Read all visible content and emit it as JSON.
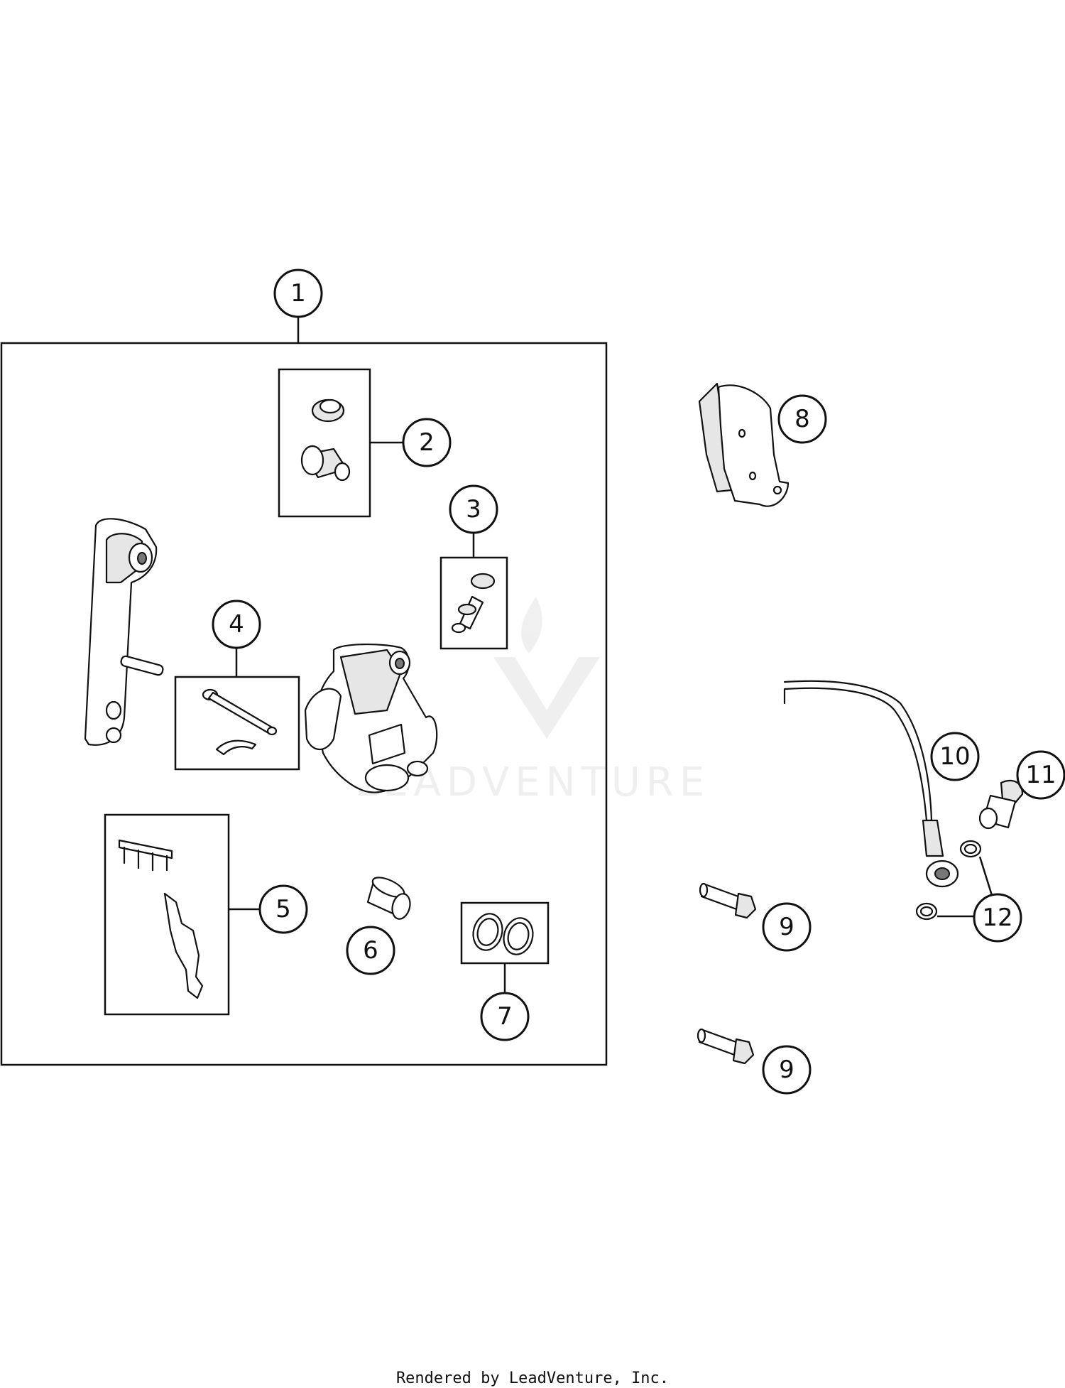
{
  "watermark": "LEADVENTURE",
  "footer": "Rendered by LeadVenture, Inc.",
  "callouts": {
    "c1": "1",
    "c2": "2",
    "c3": "3",
    "c4": "4",
    "c5": "5",
    "c6": "6",
    "c7": "7",
    "c8": "8",
    "c9a": "9",
    "c9b": "9",
    "c10": "10",
    "c11": "11",
    "c12": "12"
  }
}
